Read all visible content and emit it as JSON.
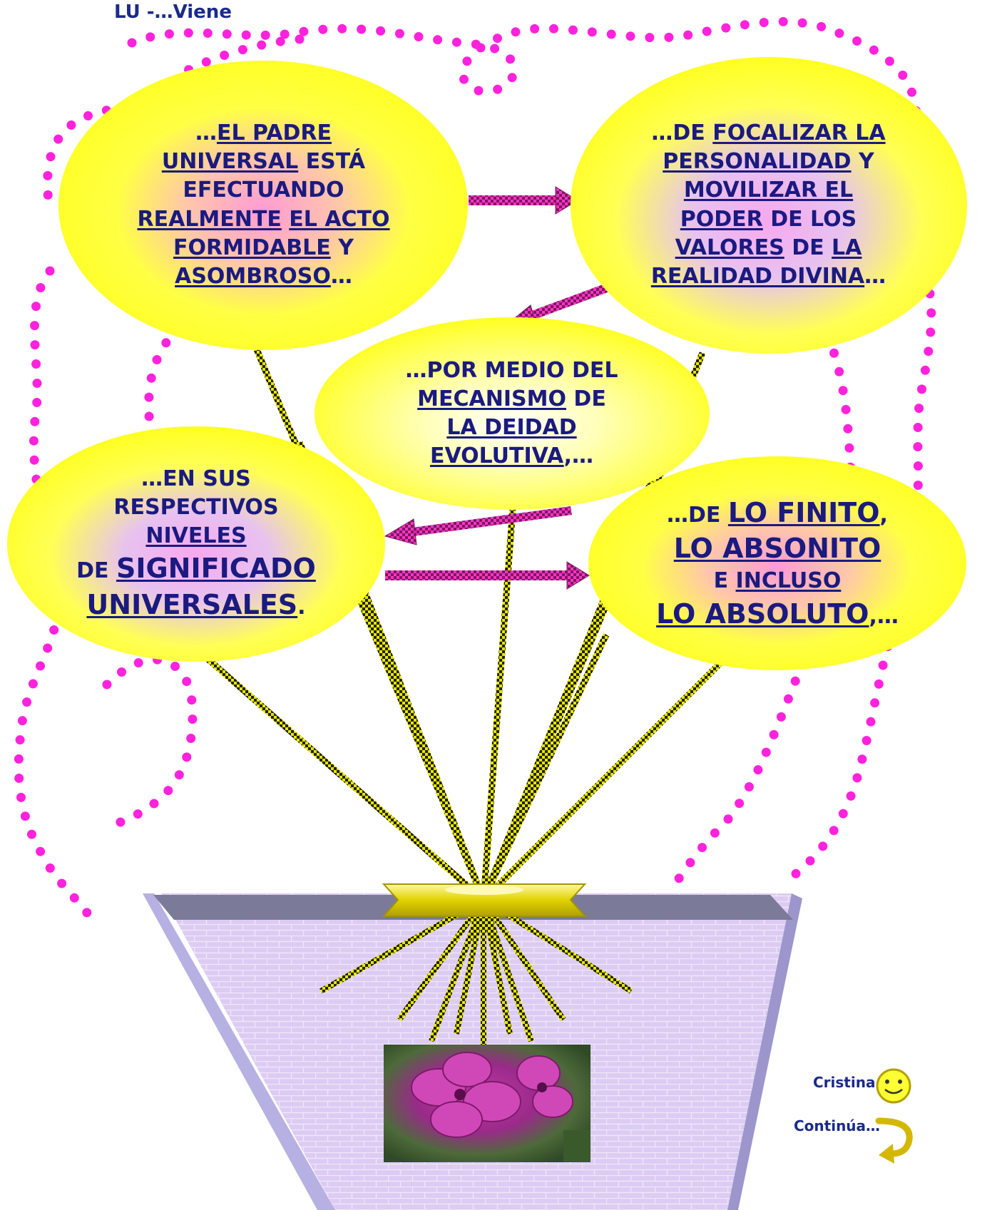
{
  "header": {
    "title": "LU -…Viene"
  },
  "bubbles": [
    {
      "id": "b1",
      "lines": [
        [
          [
            "…",
            false
          ],
          [
            "EL PADRE",
            true
          ]
        ],
        [
          [
            "UNIVERSAL",
            true
          ],
          [
            " ESTÁ",
            false
          ]
        ],
        [
          [
            "EFECTUANDO",
            false
          ]
        ],
        [
          [
            "REALMENTE",
            true
          ],
          [
            " ",
            false
          ],
          [
            "EL ACTO",
            true
          ]
        ],
        [
          [
            "FORMIDABLE",
            true
          ],
          [
            " Y",
            false
          ]
        ],
        [
          [
            "ASOMBROSO",
            true
          ],
          [
            "…",
            false
          ]
        ]
      ]
    },
    {
      "id": "b2",
      "lines": [
        [
          [
            "…DE ",
            false
          ],
          [
            "FOCALIZAR LA",
            true
          ]
        ],
        [
          [
            "PERSONALIDAD",
            true
          ],
          [
            " Y",
            false
          ]
        ],
        [
          [
            "MOVILIZAR EL",
            true
          ]
        ],
        [
          [
            "PODER",
            true
          ],
          [
            " DE LOS",
            false
          ]
        ],
        [
          [
            "VALORES",
            true
          ],
          [
            " DE ",
            false
          ],
          [
            "LA",
            true
          ]
        ],
        [
          [
            "REALIDAD DIVINA",
            true
          ],
          [
            "…",
            false
          ]
        ]
      ]
    },
    {
      "id": "b3",
      "lines": [
        [
          [
            "…POR MEDIO DEL",
            false
          ]
        ],
        [
          [
            "MECANISMO",
            true
          ],
          [
            " DE",
            false
          ]
        ],
        [
          [
            "LA DEIDAD",
            true
          ]
        ],
        [
          [
            "EVOLUTIVA",
            true
          ],
          [
            ",…",
            false
          ]
        ]
      ]
    },
    {
      "id": "b4",
      "lines": [
        [
          [
            "…EN SUS",
            false
          ]
        ],
        [
          [
            "RESPECTIVOS",
            false
          ]
        ],
        [
          [
            "NIVELES",
            true
          ]
        ],
        [
          [
            "DE ",
            false
          ],
          [
            "SIGNIFICADO",
            true,
            "big"
          ]
        ],
        [
          [
            "UNIVERSALES",
            true,
            "big"
          ],
          [
            ".",
            false
          ]
        ]
      ]
    },
    {
      "id": "b5",
      "lines": [
        [
          [
            "…DE ",
            false
          ],
          [
            "LO FINITO",
            true,
            "big"
          ],
          [
            ",",
            false
          ]
        ],
        [
          [
            "LO ABSONITO",
            true,
            "big"
          ]
        ],
        [
          [
            "E ",
            false
          ],
          [
            "INCLUSO",
            true
          ]
        ],
        [
          [
            "LO ABSOLUTO",
            true,
            "big"
          ],
          [
            ",…",
            false
          ]
        ]
      ]
    }
  ],
  "footer": {
    "author": "Cristina",
    "next_label": "Continúa…"
  },
  "icons": {
    "author": "smiley-icon",
    "next": "turn-arrow-icon"
  },
  "colors": {
    "bubble_center": "#ff9ad5",
    "bubble_edge": "#ffff33",
    "dots": "#ff22dd",
    "stems": "#d9d900",
    "pot_face": "#d8c4f0",
    "pot_rim": "#7a789a",
    "pot_side": "#a9a2d6",
    "text": "#1a1a80"
  }
}
